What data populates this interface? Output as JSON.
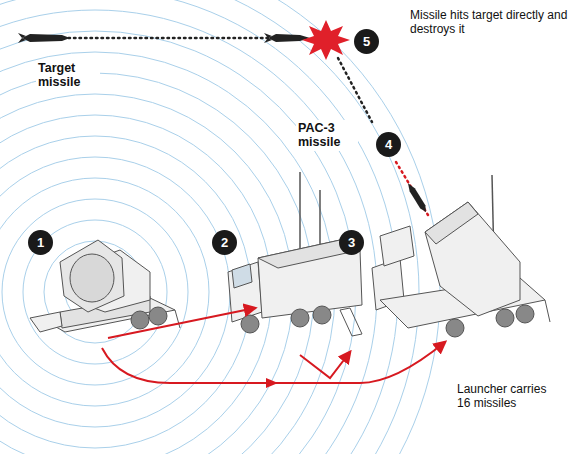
{
  "diagram": {
    "labels": [
      "Target missile",
      "5",
      "Missile hits target directly and destroys it",
      "PAC-3 missile",
      "4",
      "1",
      "2",
      "3",
      "Launcher carries 16 missiles"
    ]
  }
}
